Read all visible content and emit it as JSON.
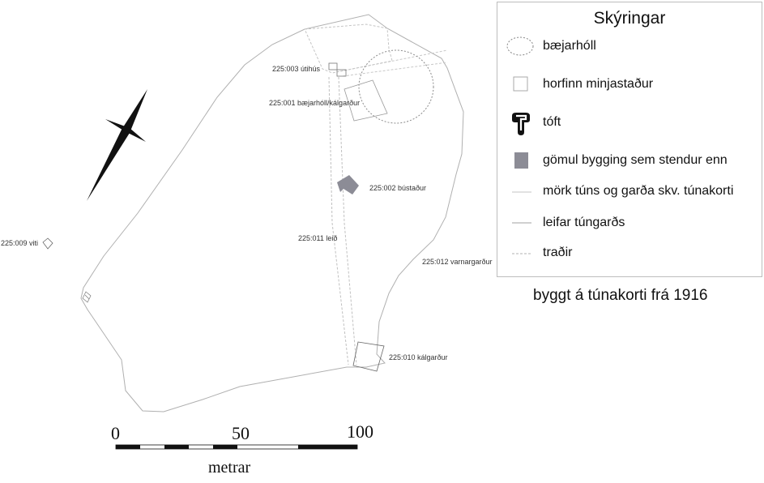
{
  "legend": {
    "title": "Skýringar",
    "items": [
      {
        "label": "bæjarhóll",
        "symbol": "dotted-ellipse-icon"
      },
      {
        "label": "horfinn minjastaður",
        "symbol": "empty-square-icon"
      },
      {
        "label": "tóft",
        "symbol": "ruin-outline-icon"
      },
      {
        "label": "gömul bygging sem stendur enn",
        "symbol": "filled-square-icon"
      },
      {
        "label": "mörk túns og garða skv. túnakorti",
        "symbol": "thin-line-icon"
      },
      {
        "label": "leifar túngarðs",
        "symbol": "line-icon"
      },
      {
        "label": "traðir",
        "symbol": "dashed-line-icon"
      }
    ]
  },
  "source_note": "byggt á túnakorti frá 1916",
  "sites": [
    {
      "id": "225:003",
      "label": "225:003 útihús"
    },
    {
      "id": "225:001",
      "label": "225:001 bæjarhóll/kálgarður"
    },
    {
      "id": "225:002",
      "label": "225:002 bústaður"
    },
    {
      "id": "225:009",
      "label": "225:009 viti"
    },
    {
      "id": "225:011",
      "label": "225:011 leið"
    },
    {
      "id": "225:012",
      "label": "225:012 varnargarður"
    },
    {
      "id": "225:010",
      "label": "225:010 kálgarður"
    }
  ],
  "scale_bar": {
    "labels": [
      "0",
      "50",
      "100"
    ],
    "unit": "metrar"
  },
  "colors": {
    "building": "#8c8c96",
    "line": "#a6a6a6",
    "text": "#111111"
  }
}
